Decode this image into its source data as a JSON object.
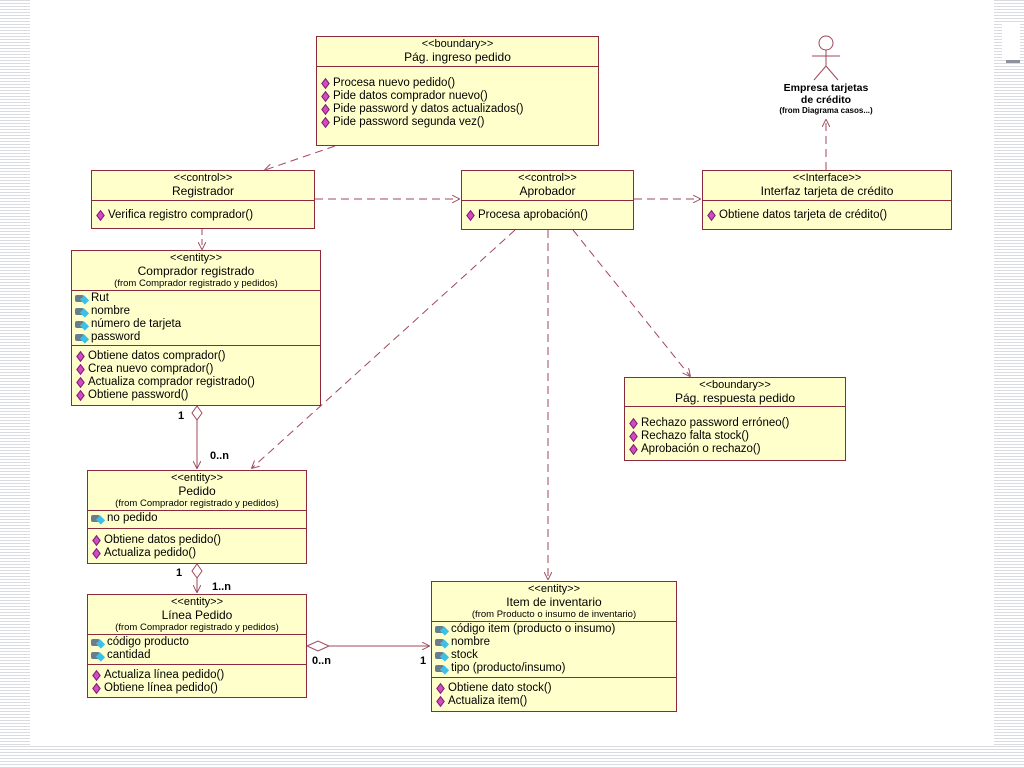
{
  "colors": {
    "box_fill": "#ffffcc",
    "box_border": "#8a2a3c",
    "link": "#a0485a"
  },
  "actor": {
    "name_line1": "Empresa tarjetas",
    "name_line2": "de crédito",
    "from": "(from Diagrama casos...)"
  },
  "classes": {
    "pag_ingreso": {
      "stereotype": "<<boundary>>",
      "name": "Pág. ingreso pedido",
      "operations": [
        "Procesa nuevo pedido()",
        "Pide datos comprador nuevo()",
        "Pide password y datos actualizados()",
        "Pide password segunda vez()"
      ]
    },
    "registrador": {
      "stereotype": "<<control>>",
      "name": "Registrador",
      "operations": [
        "Verifica registro comprador()"
      ]
    },
    "aprobador": {
      "stereotype": "<<control>>",
      "name": "Aprobador",
      "operations": [
        "Procesa aprobación()"
      ]
    },
    "interfaz": {
      "stereotype": "<<Interface>>",
      "name": "Interfaz tarjeta de crédito",
      "operations": [
        "Obtiene datos tarjeta de crédito()"
      ]
    },
    "comprador": {
      "stereotype": "<<entity>>",
      "name": "Comprador registrado",
      "from": "(from Comprador registrado y pedidos)",
      "attributes": [
        "Rut",
        "nombre",
        "número de tarjeta",
        "password"
      ],
      "operations": [
        "Obtiene datos comprador()",
        "Crea nuevo comprador()",
        "Actualiza comprador registrado()",
        "Obtiene password()"
      ]
    },
    "pag_respuesta": {
      "stereotype": "<<boundary>>",
      "name": "Pág. respuesta pedido",
      "operations": [
        "Rechazo password erróneo()",
        "Rechazo falta stock()",
        "Aprobación o rechazo()"
      ]
    },
    "pedido": {
      "stereotype": "<<entity>>",
      "name": "Pedido",
      "from": "(from Comprador registrado y pedidos)",
      "attributes": [
        "no pedido"
      ],
      "operations": [
        "Obtiene datos pedido()",
        "Actualiza pedido()"
      ]
    },
    "linea": {
      "stereotype": "<<entity>>",
      "name": "Línea Pedido",
      "from": "(from Comprador registrado y pedidos)",
      "attributes": [
        "código producto",
        "cantidad"
      ],
      "operations": [
        "Actualiza línea pedido()",
        "Obtiene línea pedido()"
      ]
    },
    "item": {
      "stereotype": "<<entity>>",
      "name": "Item de inventario",
      "from": "(from Producto o insumo de inventario)",
      "attributes": [
        "código item (producto o insumo)",
        "nombre",
        "stock",
        "tipo (producto/insumo)"
      ],
      "operations": [
        "Obtiene dato stock()",
        "Actualiza item()"
      ]
    }
  },
  "multiplicities": {
    "comprador_end": "1",
    "pedido_end": "0..n",
    "pedido_linea_end": "1",
    "linea_end": "1..n",
    "linea_item_end": "0..n",
    "item_end": "1"
  }
}
